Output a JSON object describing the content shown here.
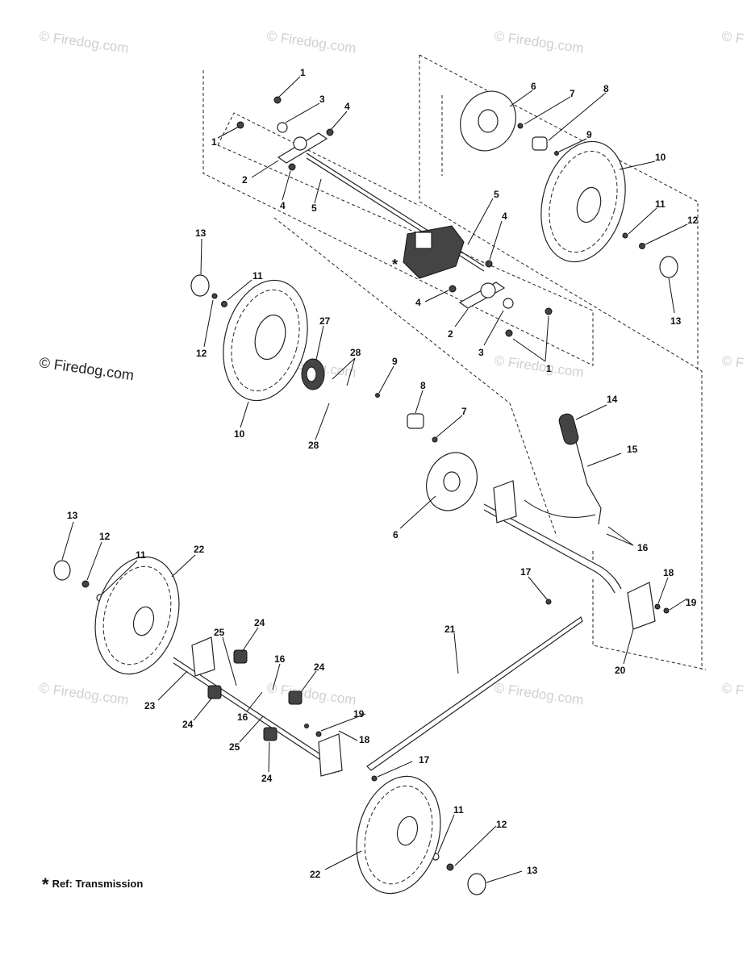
{
  "watermarks": [
    "© Firedog.com",
    "© Firedog.com",
    "© Firedog.com",
    "© F",
    "© F",
    "© Firedog.com",
    "© Firedog.com",
    "© F",
    "© Firedog.com",
    "© Firedog.com",
    "© Firedog.com"
  ],
  "main_watermark": "© Firedog.com",
  "asterisk": "*",
  "footnote": {
    "mark": "*",
    "text": "Ref: Transmission"
  },
  "callouts": [
    "1",
    "3",
    "4",
    "1",
    "2",
    "4",
    "5",
    "6",
    "7",
    "8",
    "9",
    "10",
    "11",
    "12",
    "13",
    "5",
    "4",
    "4",
    "2",
    "3",
    "1",
    "13",
    "11",
    "12",
    "10",
    "27",
    "28",
    "9",
    "8",
    "7",
    "28",
    "14",
    "15",
    "6",
    "16",
    "13",
    "12",
    "11",
    "22",
    "17",
    "18",
    "19",
    "20",
    "21",
    "25",
    "24",
    "16",
    "24",
    "23",
    "24",
    "16",
    "19",
    "25",
    "18",
    "24",
    "17",
    "22",
    "11",
    "12",
    "13"
  ]
}
